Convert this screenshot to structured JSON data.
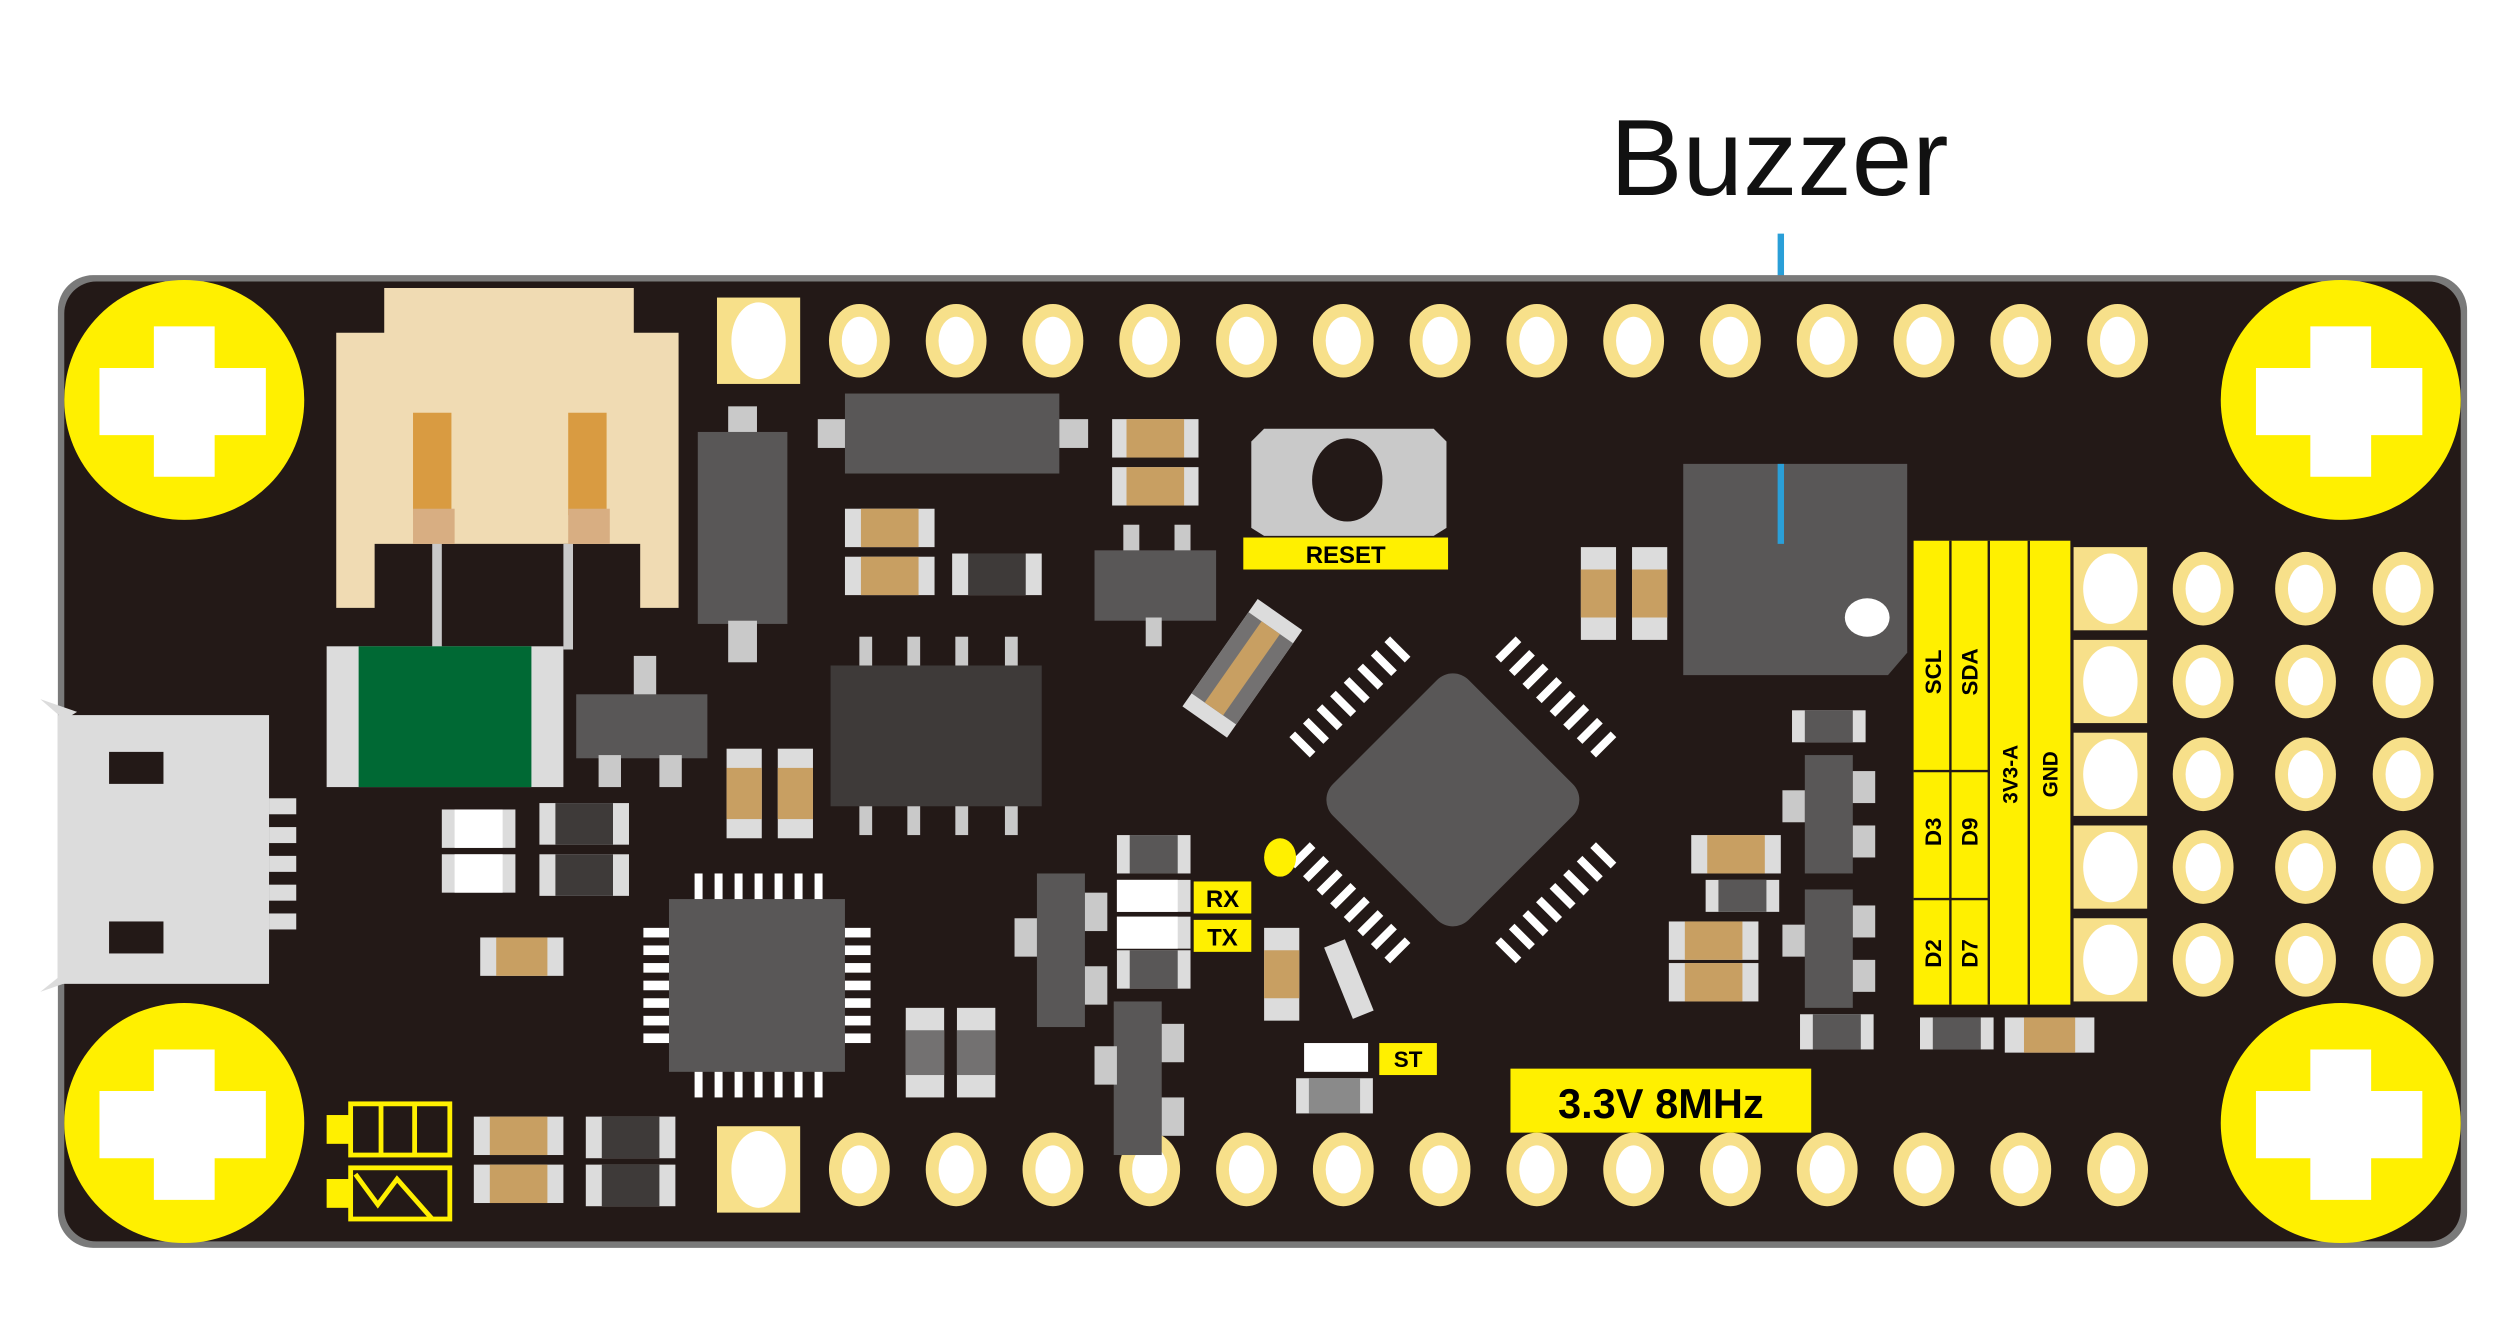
{
  "callout": {
    "label": "Buzzer",
    "line_color": "#2a9fd8"
  },
  "board": {
    "reset_label": "RESET",
    "rx_label": "RX",
    "tx_label": "TX",
    "st_label": "ST",
    "spec_label": "3.3V 8MHz",
    "header_labels": [
      "SCL",
      "SDA",
      "D3",
      "D9",
      "D2",
      "D7",
      "3V3-A",
      "GND"
    ]
  },
  "colors": {
    "pcb": "#231917",
    "silk_yellow": "#fff000",
    "pad_gold": "#f7e08a",
    "chip_gray": "#595757",
    "cap_tan": "#c89f62",
    "connector_beige": "#f0dbb3",
    "inductor_green": "#006934"
  }
}
